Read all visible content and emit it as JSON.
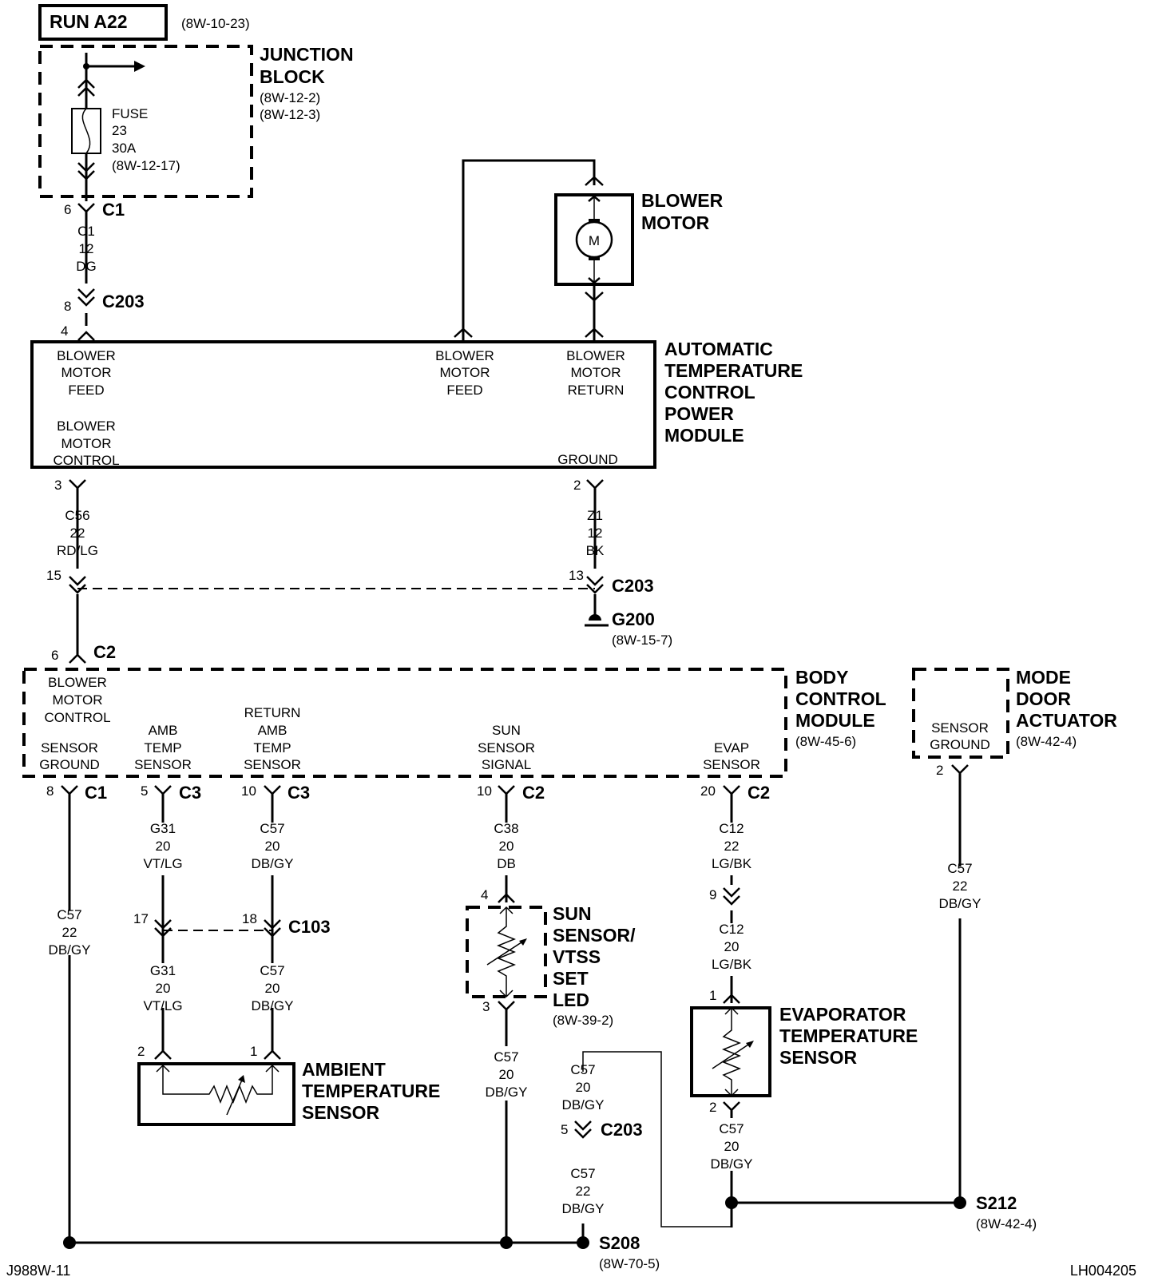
{
  "header": {
    "run_label": "RUN A22",
    "run_ref": "(8W-10-23)"
  },
  "junction_block": {
    "title": [
      "JUNCTION",
      "BLOCK"
    ],
    "refs": [
      "(8W-12-2)",
      "(8W-12-3)"
    ],
    "fuse": [
      "FUSE",
      "23",
      "30A",
      "(8W-12-17)"
    ],
    "connector": "C1",
    "pin": "6"
  },
  "wire_c1": [
    "C1",
    "12",
    "DG"
  ],
  "c203_top": {
    "connector": "C203",
    "pin": "8"
  },
  "blower_motor": {
    "title": [
      "BLOWER",
      "MOTOR"
    ],
    "symbol": "M"
  },
  "atc_module": {
    "title": [
      "AUTOMATIC",
      "TEMPERATURE",
      "CONTROL",
      "POWER",
      "MODULE"
    ],
    "pin_feed_left": "4",
    "feed_left": [
      "BLOWER",
      "MOTOR",
      "FEED"
    ],
    "feed_mid": [
      "BLOWER",
      "MOTOR",
      "FEED"
    ],
    "return": [
      "BLOWER",
      "MOTOR",
      "RETURN"
    ],
    "control": [
      "BLOWER",
      "MOTOR",
      "CONTROL"
    ],
    "ground": "GROUND",
    "pin_control": "3",
    "pin_ground": "2"
  },
  "wire_c56": [
    "C56",
    "22",
    "RD/LG"
  ],
  "wire_z1": [
    "Z1",
    "12",
    "BK"
  ],
  "c203_mid": {
    "pin_left": "15",
    "pin_right": "13",
    "connector": "C203"
  },
  "g200": {
    "label": "G200",
    "ref": "(8W-15-7)"
  },
  "bcm": {
    "title": [
      "BODY",
      "CONTROL",
      "MODULE"
    ],
    "ref": "(8W-45-6)",
    "top_pin": "6",
    "top_connector": "C2",
    "control": [
      "BLOWER",
      "MOTOR",
      "CONTROL"
    ],
    "sensor_ground": [
      "SENSOR",
      "GROUND"
    ],
    "amb": [
      "AMB",
      "TEMP",
      "SENSOR"
    ],
    "return_amb": [
      "RETURN",
      "AMB",
      "TEMP",
      "SENSOR"
    ],
    "sun": [
      "SUN",
      "SENSOR",
      "SIGNAL"
    ],
    "evap": [
      "EVAP",
      "SENSOR"
    ],
    "pins": [
      {
        "pin": "8",
        "conn": "C1"
      },
      {
        "pin": "5",
        "conn": "C3"
      },
      {
        "pin": "10",
        "conn": "C3"
      },
      {
        "pin": "10",
        "conn": "C2"
      },
      {
        "pin": "20",
        "conn": "C2"
      }
    ]
  },
  "mode_door": {
    "title": [
      "MODE",
      "DOOR",
      "ACTUATOR"
    ],
    "ref": "(8W-42-4)",
    "sensor_ground": [
      "SENSOR",
      "GROUND"
    ],
    "pin": "2"
  },
  "wires": {
    "c57_22_left": [
      "C57",
      "22",
      "DB/GY"
    ],
    "g31_top": [
      "G31",
      "20",
      "VT/LG"
    ],
    "c57_20_top": [
      "C57",
      "20",
      "DB/GY"
    ],
    "c38": [
      "C38",
      "20",
      "DB"
    ],
    "c12_22": [
      "C12",
      "22",
      "LG/BK"
    ],
    "c12_20": [
      "C12",
      "20",
      "LG/BK"
    ],
    "c57_22_mode": [
      "C57",
      "22",
      "DB/GY"
    ],
    "g31_bottom": [
      "G31",
      "20",
      "VT/LG"
    ],
    "c57_20_bottom": [
      "C57",
      "20",
      "DB/GY"
    ],
    "c57_20_sun": [
      "C57",
      "20",
      "DB/GY"
    ],
    "c57_20_c203": [
      "C57",
      "20",
      "DB/GY"
    ],
    "c57_22_c203": [
      "C57",
      "22",
      "DB/GY"
    ],
    "c57_20_evap": [
      "C57",
      "20",
      "DB/GY"
    ]
  },
  "c103": {
    "connector": "C103",
    "pin_left": "17",
    "pin_right": "18"
  },
  "ambient_sensor": {
    "title": [
      "AMBIENT",
      "TEMPERATURE",
      "SENSOR"
    ],
    "pin_left": "2",
    "pin_right": "1"
  },
  "sun_sensor": {
    "title": [
      "SUN",
      "SENSOR/",
      "VTSS",
      "SET",
      "LED"
    ],
    "ref": "(8W-39-2)",
    "pin_top": "4",
    "pin_bottom": "3"
  },
  "c9": {
    "pin": "9"
  },
  "evap_sensor": {
    "title": [
      "EVAPORATOR",
      "TEMPERATURE",
      "SENSOR"
    ],
    "pin_top": "1",
    "pin_bottom": "2"
  },
  "c203_bottom": {
    "pin": "5",
    "connector": "C203"
  },
  "s212": {
    "label": "S212",
    "ref": "(8W-42-4)"
  },
  "s208": {
    "label": "S208",
    "ref": "(8W-70-5)"
  },
  "footer": {
    "left_code": "J988W-11",
    "right_code": "LH004205"
  }
}
